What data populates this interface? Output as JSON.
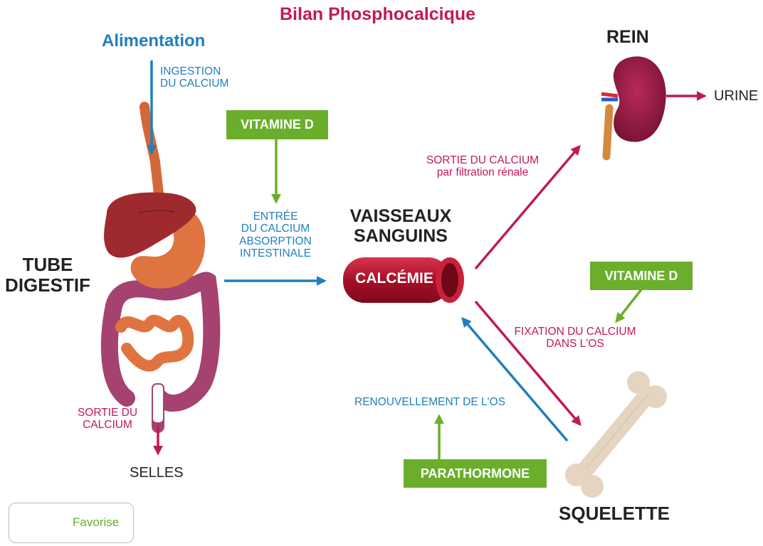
{
  "title": "Bilan Phosphocalcique",
  "nodes": {
    "alimentation": "Alimentation",
    "tube_line1": "TUBE",
    "tube_line2": "DIGESTIF",
    "vaisseaux_line1": "VAISSEAUX",
    "vaisseaux_line2": "SANGUINS",
    "calcemie": "CALCÉMIE",
    "rein": "REIN",
    "urine": "URINE",
    "selles": "SELLES",
    "squelette": "SQUELETTE"
  },
  "labels": {
    "ingestion_1": "INGESTION",
    "ingestion_2": "DU CALCIUM",
    "entree_1": "ENTRÉE",
    "entree_2": "DU CALCIUM",
    "entree_3": "ABSORPTION",
    "entree_4": "INTESTINALE",
    "sortie_renale_1": "SORTIE DU CALCIUM",
    "sortie_renale_2": "par filtration rénale",
    "sortie_selles_1": "SORTIE DU",
    "sortie_selles_2": "CALCIUM",
    "fixation_1": "FIXATION DU CALCIUM",
    "fixation_2": "DANS L'OS",
    "renouvellement": "RENOUVELLEMENT DE L'OS"
  },
  "badges": {
    "vitamine_d_1": "VITAMINE D",
    "vitamine_d_2": "VITAMINE D",
    "parathormone": "PARATHORMONE"
  },
  "legend": {
    "label": "Favorise"
  },
  "colors": {
    "title": "#c2185b",
    "blue_flow": "#1f7fbf",
    "pink_flow": "#c2185b",
    "green_favorise": "#6aae2b",
    "vessel": "#b5122e"
  }
}
